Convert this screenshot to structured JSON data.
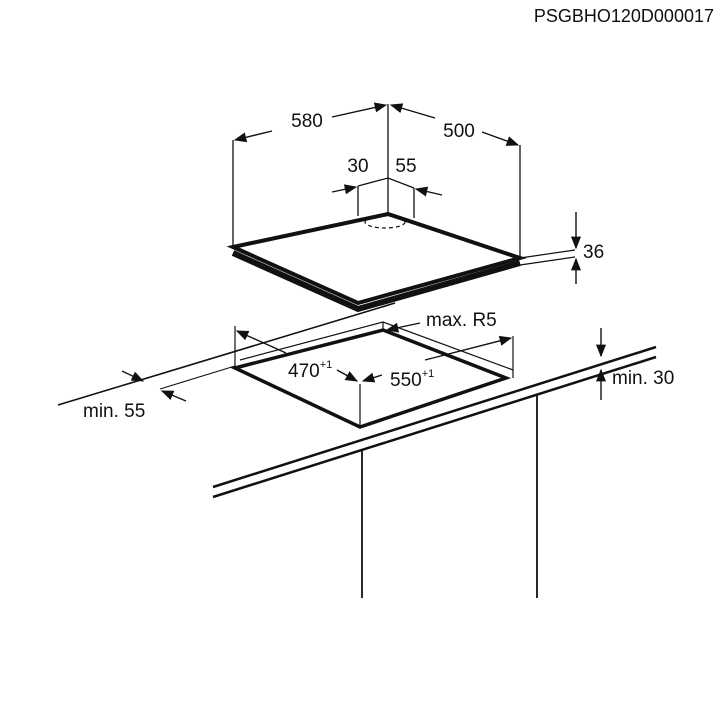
{
  "drawing_code": "PSGBHO120D000017",
  "appliance_dimensions": {
    "width": "580",
    "depth": "500",
    "rear_offset_left": "30",
    "rear_offset_right": "55",
    "height": "36"
  },
  "cutout_dimensions": {
    "corner_radius": "max. R5",
    "depth": "470",
    "depth_tolerance": "+1",
    "width": "550",
    "width_tolerance": "+1",
    "min_front_distance": "min. 55",
    "min_worktop_thickness": "min. 30"
  }
}
